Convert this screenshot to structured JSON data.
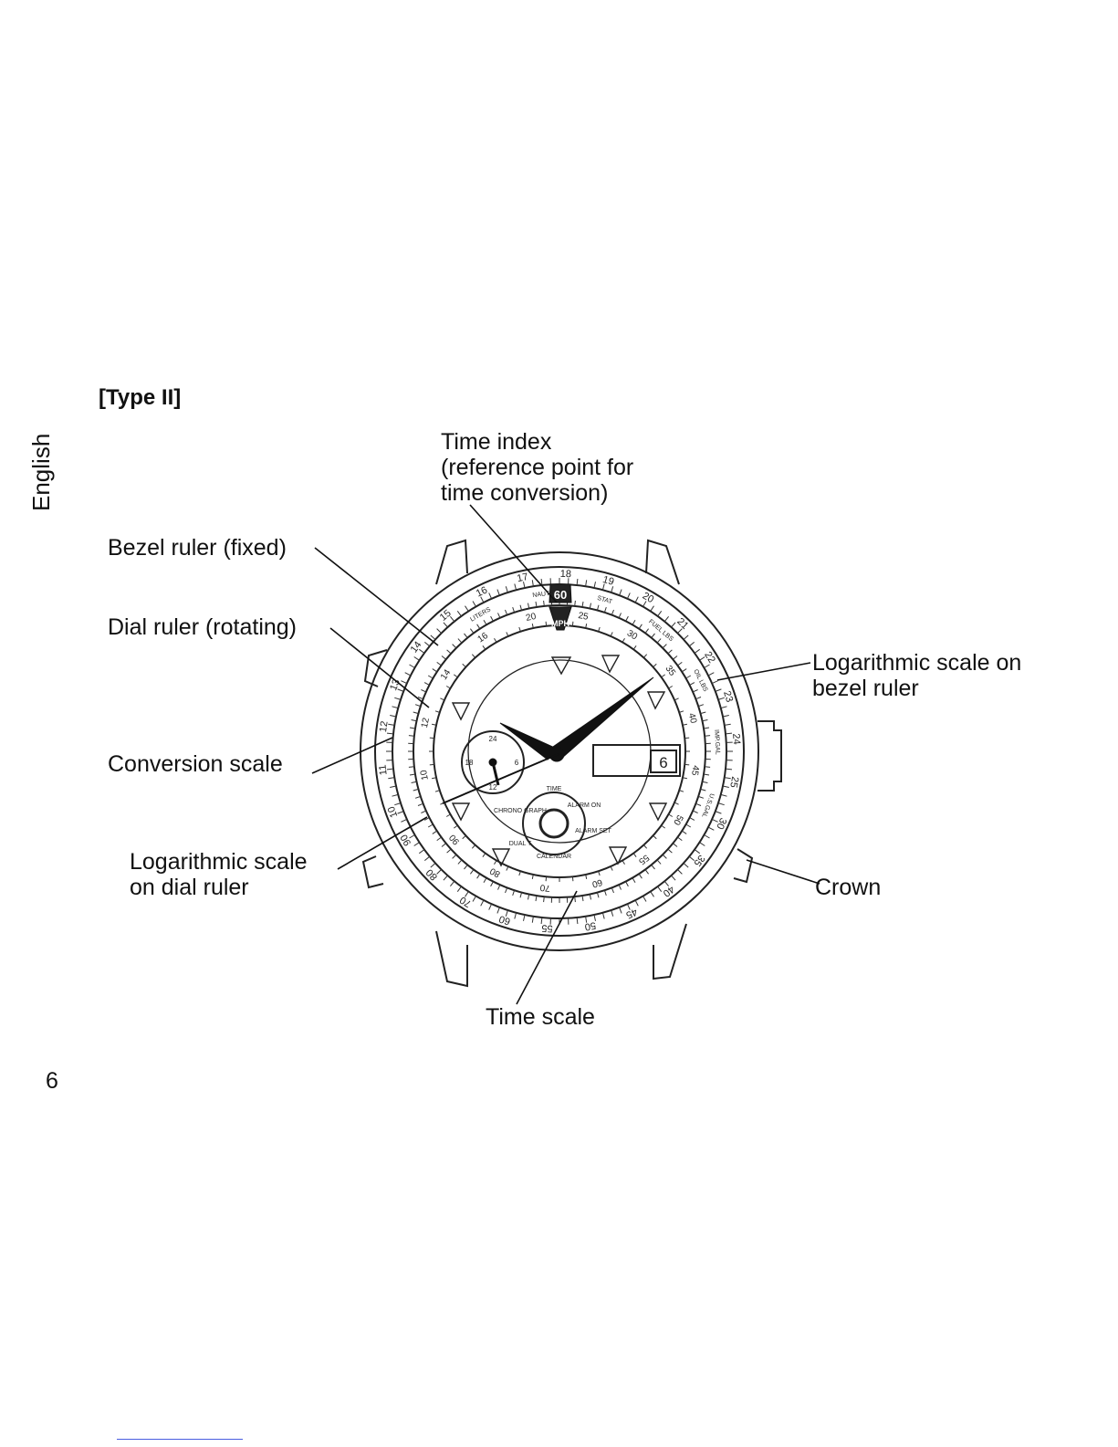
{
  "page": {
    "section_heading": "[Type II]",
    "side_tab": "English",
    "page_number": "6"
  },
  "labels": {
    "time_index": [
      "Time index",
      "(reference point for",
      "time conversion)"
    ],
    "bezel_ruler_fixed": "Bezel ruler (fixed)",
    "dial_ruler_rotating": "Dial ruler (rotating)",
    "conversion_scale": "Conversion scale",
    "log_scale_dial": [
      "Logarithmic scale",
      "on dial ruler"
    ],
    "log_scale_bezel": [
      "Logarithmic scale on",
      "bezel ruler"
    ],
    "crown": "Crown",
    "time_scale": "Time scale"
  },
  "watch_dial": {
    "index_top": "60",
    "index_unit": "MPH",
    "date_window": "6",
    "bezel_scale_tags": [
      "LITERS",
      "NAUT",
      "STAT",
      "FUEL LBS",
      "OIL LBS",
      "IMP.GAL",
      "U.S.GAL"
    ],
    "bezel_numbers": [
      "10",
      "11",
      "12",
      "13",
      "14",
      "15",
      "16",
      "17",
      "18",
      "19",
      "20",
      "21",
      "22",
      "23",
      "24",
      "25",
      "30",
      "35",
      "40",
      "45",
      "50",
      "55",
      "60",
      "70",
      "80",
      "90"
    ],
    "dial_numbers": [
      "10",
      "12",
      "14",
      "16",
      "20",
      "25",
      "30",
      "35",
      "40",
      "45",
      "50",
      "55",
      "60",
      "70",
      "80",
      "90"
    ],
    "mode_labels": [
      "TIME",
      "ALARM ON",
      "ALARM SET",
      "CALENDAR",
      "DUAL T",
      "CHRONO GRAPH"
    ],
    "subdial_numbers": [
      "24",
      "6",
      "12",
      "18"
    ]
  }
}
